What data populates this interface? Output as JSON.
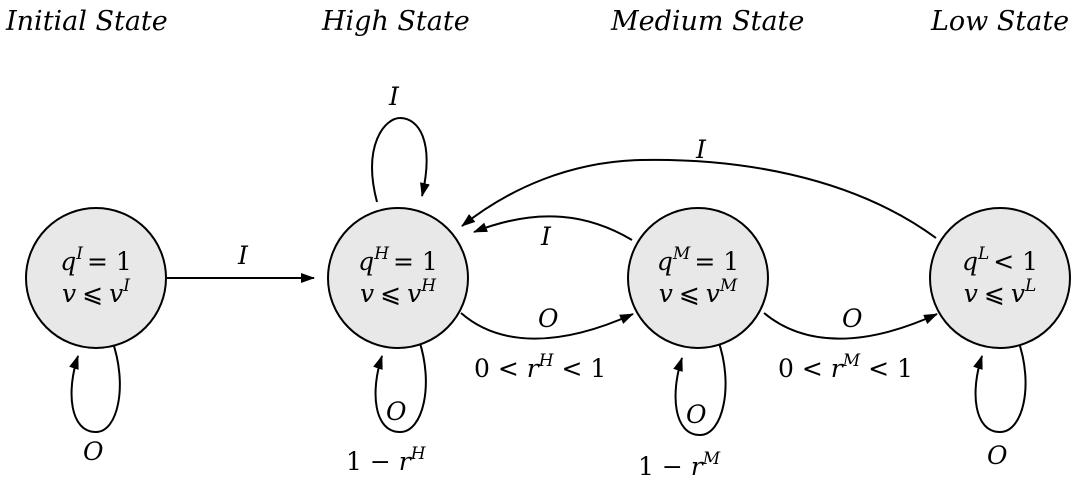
{
  "titles": {
    "initial": "Initial State",
    "high": "High State",
    "medium": "Medium State",
    "low": "Low State"
  },
  "nodes": {
    "initial": {
      "q_var": "q",
      "q_sup": "I",
      "q_rel": "= 1",
      "v_var": "v",
      "v_rel": "⩽",
      "v_rhs": "v",
      "v_sup": "I"
    },
    "high": {
      "q_var": "q",
      "q_sup": "H",
      "q_rel": "= 1",
      "v_var": "v",
      "v_rel": "⩽",
      "v_rhs": "v",
      "v_sup": "H"
    },
    "medium": {
      "q_var": "q",
      "q_sup": "M",
      "q_rel": "= 1",
      "v_var": "v",
      "v_rel": "⩽",
      "v_rhs": "v",
      "v_sup": "M"
    },
    "low": {
      "q_var": "q",
      "q_sup": "L",
      "q_rel": "< 1",
      "v_var": "v",
      "v_rel": "⩽",
      "v_rhs": "v",
      "v_sup": "L"
    }
  },
  "edges": {
    "initial_to_high": {
      "label": "I"
    },
    "high_self_top": {
      "label": "I"
    },
    "medium_to_high": {
      "label": "I"
    },
    "low_to_high": {
      "label": "I"
    },
    "high_to_medium": {
      "label": "O",
      "prob_prefix": "0 < ",
      "prob_var": "r",
      "prob_sup": "H",
      "prob_suffix": " < 1"
    },
    "medium_to_low": {
      "label": "O",
      "prob_prefix": "0 < ",
      "prob_var": "r",
      "prob_sup": "M",
      "prob_suffix": " < 1"
    },
    "initial_self_bottom": {
      "label": "O"
    },
    "high_self_bottom": {
      "label": "O",
      "prob_prefix": "1 − ",
      "prob_var": "r",
      "prob_sup": "H"
    },
    "medium_self_bottom": {
      "label": "O",
      "prob_prefix": "1 − ",
      "prob_var": "r",
      "prob_sup": "M"
    },
    "low_self_bottom": {
      "label": "O"
    }
  }
}
